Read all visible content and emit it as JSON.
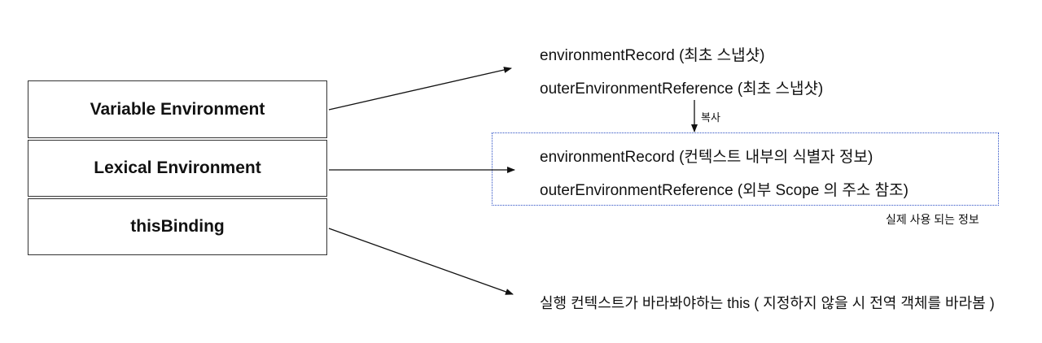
{
  "environment_boxes": [
    {
      "label": "Variable Environment"
    },
    {
      "label": "Lexical Environment"
    },
    {
      "label": "thisBinding"
    }
  ],
  "variable_environment_detail": {
    "environment_record": "environmentRecord (최초 스냅샷)",
    "outer_reference": "outerEnvironmentReference (최초 스냅샷)"
  },
  "copy_label": "복사",
  "lexical_environment_detail": {
    "environment_record": "environmentRecord (컨텍스트 내부의 식별자 정보)",
    "outer_reference": "outerEnvironmentReference (외부 Scope 의 주소 참조)"
  },
  "active_box_caption": "실제 사용 되는 정보",
  "this_binding_detail": "실행 컨텍스트가 바라봐야하는 this ( 지정하지 않을 시 전역 객체를 바라봄 )",
  "colors": {
    "box_border": "#333333",
    "active_box_border": "#2c4fc4",
    "arrow": "#111111"
  }
}
